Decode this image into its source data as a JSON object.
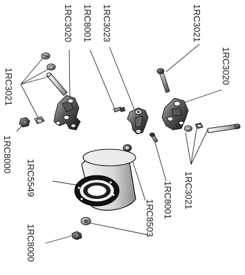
{
  "labels": {
    "l1": "1RC3021",
    "l2": "1RC8000",
    "l3": "1RC3020",
    "l4": "1RC8001",
    "l5": "1RC3023",
    "l6": "1RC3021",
    "l7": "1RC3020",
    "l8": "1RC5549",
    "l9": "1RC8503",
    "l10": "1RC8001",
    "l11": "1RC3021",
    "l12": "1RC8000"
  }
}
